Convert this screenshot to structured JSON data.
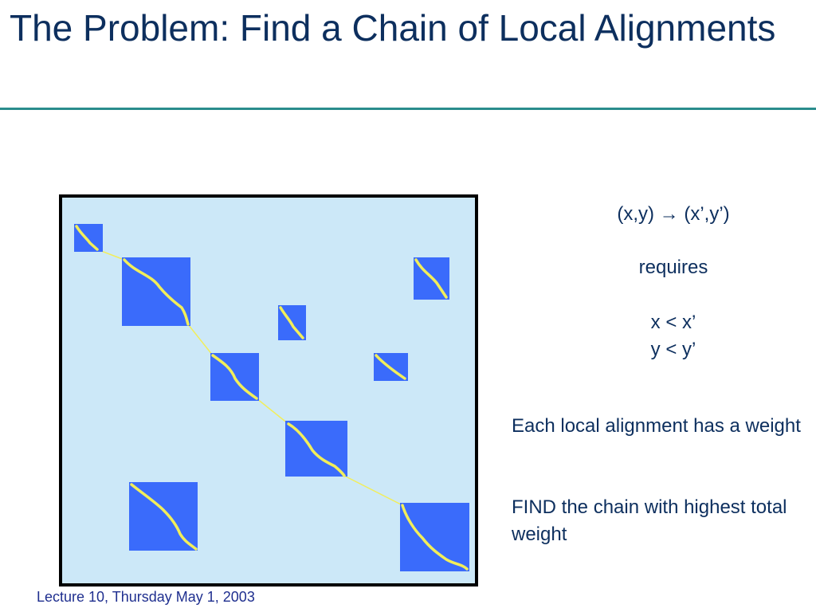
{
  "slide": {
    "title": "The Problem: Find a Chain of Local Alignments",
    "footer": "Lecture 10, Thursday May 1, 2003"
  },
  "condition": {
    "transition": "(x,y) → (x’,y’)",
    "requires_label": "requires",
    "constraints": [
      "x < x’",
      "y < y’"
    ]
  },
  "notes": [
    "Each local alignment has a weight",
    "FIND the chain with highest total weight"
  ],
  "colors": {
    "title": "#0d2f5e",
    "rule": "#2a8c8c",
    "matrix_fill": "#cce8f8",
    "block_fill": "#3a6bfb",
    "alignment_path": "#f2ee5a",
    "border": "#000000",
    "footer": "#1f2f8f"
  }
}
